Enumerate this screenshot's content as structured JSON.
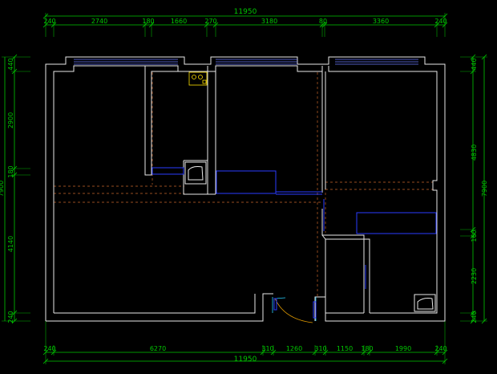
{
  "dimensions": {
    "top_total": "11950",
    "top_segments": [
      "240",
      "2740",
      "180",
      "1660",
      "270",
      "3180",
      "80",
      "3360",
      "240"
    ],
    "bottom_total": "11950",
    "bottom_segments": [
      "240",
      "6270",
      "310",
      "1260",
      "310",
      "1150",
      "180",
      "1990",
      "240"
    ],
    "left_segments": [
      "440",
      "2900",
      "180",
      "4140",
      "240"
    ],
    "left_total": "7900",
    "right_segments": [
      "440",
      "4830",
      "160",
      "2230",
      "240"
    ],
    "right_total": "7900"
  },
  "colors": {
    "background": "#000000",
    "wall": "#e8e8e8",
    "dimension": "#00c800",
    "furniture": "#2a3cff",
    "axis_dash": "#c8642a",
    "fixture": "#ffe000",
    "door_swing": "#e09a00"
  }
}
